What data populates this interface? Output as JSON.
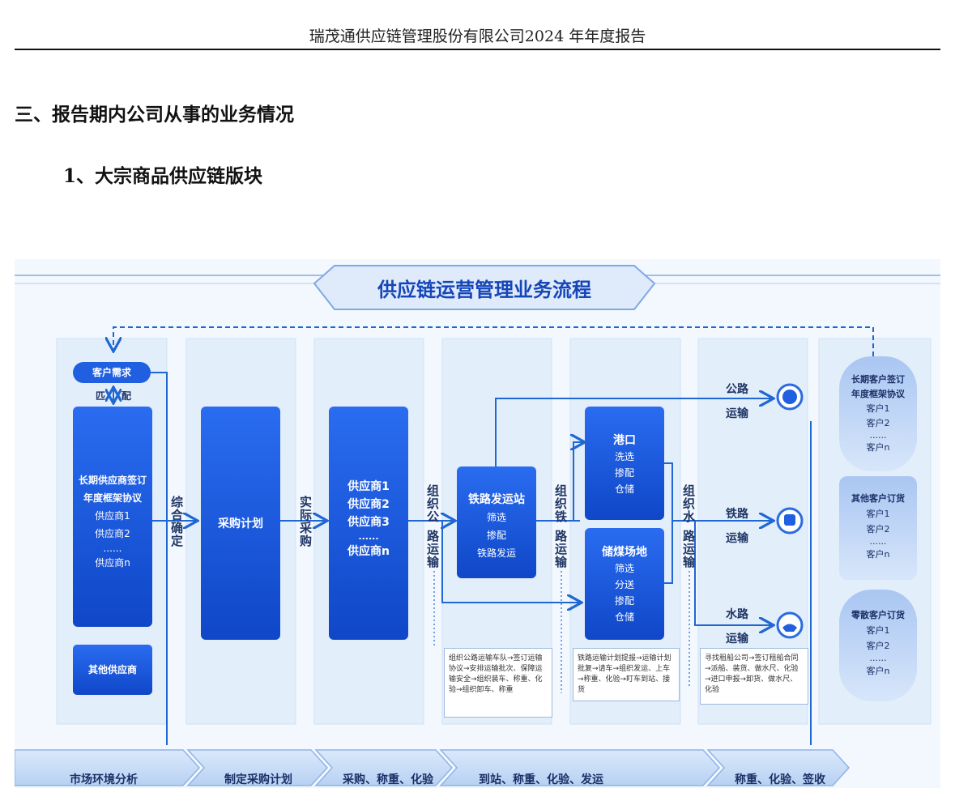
{
  "header": {
    "title": "瑞茂通供应链管理股份有限公司2024 年年度报告"
  },
  "section": {
    "heading": "三、报告期内公司从事的业务情况",
    "subheading": "1、大宗商品供应链版块"
  },
  "diagram": {
    "title": "供应链运营管理业务流程",
    "customer_demand": "客户需求",
    "match": {
      "left": "匹",
      "right": "配"
    },
    "supplier_box": {
      "l1": "长期供应商签订",
      "l2": "年度框架协议",
      "l3": "供应商1",
      "l4": "供应商2",
      "l5": "......",
      "l6": "供应商n"
    },
    "other_suppliers": "其他供应商",
    "confirm": "综合确定",
    "plan": "采购计划",
    "actual_purchase": "实际采购",
    "suppliers": {
      "l1": "供应商1",
      "l2": "供应商2",
      "l3": "供应商3",
      "l4": "......",
      "l5": "供应商n"
    },
    "org_road": {
      "a": "组织公",
      "b": "路运输"
    },
    "rail_station": {
      "title": "铁路发运站",
      "l1": "筛选",
      "l2": "掺配",
      "l3": "铁路发运"
    },
    "org_rail": {
      "a": "组织铁",
      "b": "路运输"
    },
    "port": {
      "title": "港口",
      "l1": "洗选",
      "l2": "掺配",
      "l3": "仓储"
    },
    "coal_yard": {
      "title": "储煤场地",
      "l1": "筛选",
      "l2": "分送",
      "l3": "掺配",
      "l4": "仓储"
    },
    "org_water": {
      "a": "组织水",
      "b": "路运输"
    },
    "transport": {
      "road": {
        "a": "公路",
        "b": "运输"
      },
      "rail": {
        "a": "铁路",
        "b": "运输"
      },
      "water": {
        "a": "水路",
        "b": "运输"
      }
    },
    "notes": {
      "road": "组织公路运输车队→签订运输协议→安排运输批次、保障运输安全→组织装车、称重、化验→组织卸车、称重",
      "rail": "铁路运输计划提报→运输计划批复→请车→组织发运、上车→称重、化验→盯车到站、接货",
      "water": "寻找租船公司→签订租船合同→派船、装货、做水尺、化验→进口申报→卸货、做水尺、化验"
    },
    "customers_long": {
      "l1": "长期客户签订",
      "l2": "年度框架协议",
      "l3": "客户1",
      "l4": "客户2",
      "l5": "......",
      "l6": "客户n"
    },
    "customers_other": {
      "l1": "其他客户订货",
      "l2": "客户1",
      "l3": "客户2",
      "l4": "......",
      "l5": "客户n"
    },
    "customers_retail": {
      "l1": "零散客户订货",
      "l2": "客户1",
      "l3": "客户2",
      "l4": "......",
      "l5": "客户n"
    },
    "steps": {
      "s1": "市场环境分析",
      "s2": "制定采购计划",
      "s3": "采购、称重、化验",
      "s4": "到站、称重、化验、发运",
      "s5": "称重、化验、签收"
    },
    "colors": {
      "box": "#1f5fe0",
      "box_dark": "#0d3fb8",
      "line": "#1f67d2",
      "col_bg": "#e6f0fb"
    }
  }
}
